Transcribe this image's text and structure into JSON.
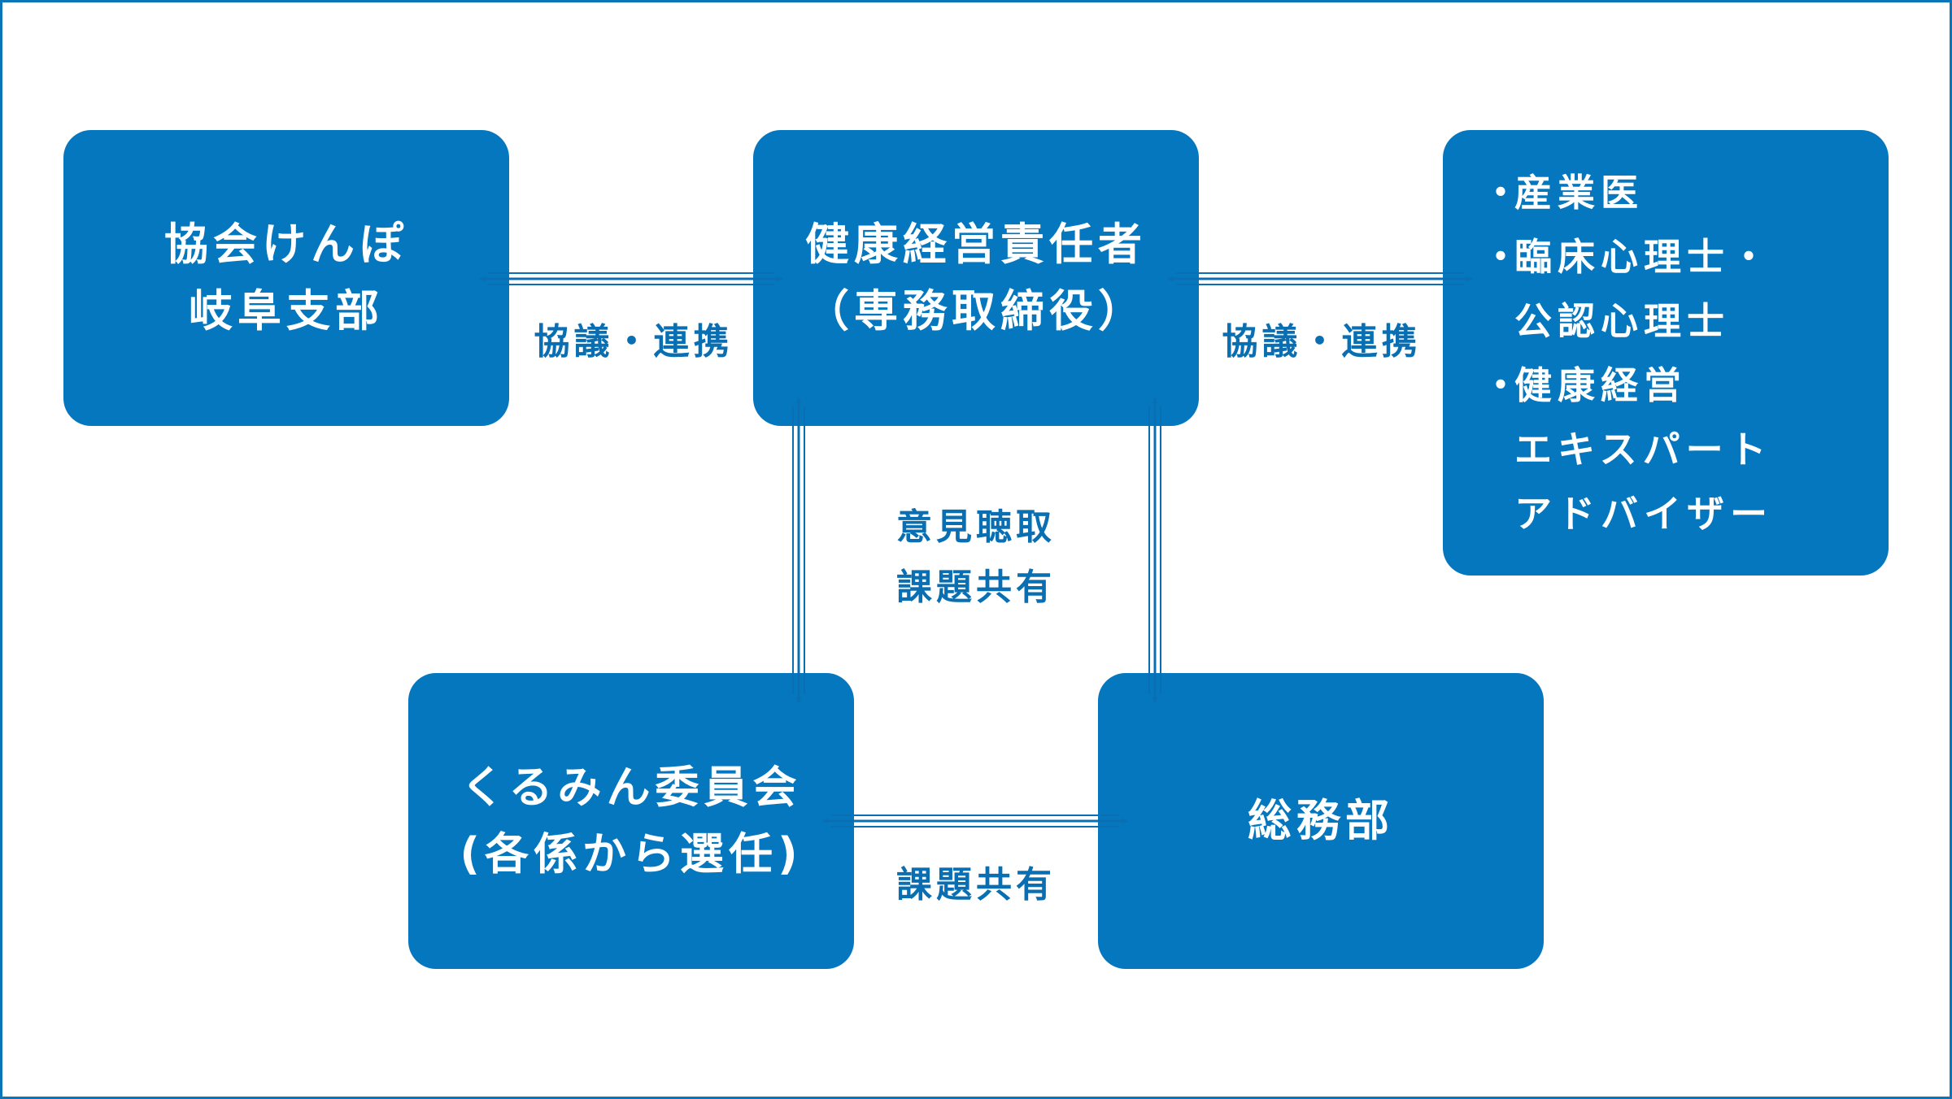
{
  "nodes": {
    "kyokai": {
      "lines": [
        "協会けんぽ",
        "岐阜支部"
      ]
    },
    "exec": {
      "lines": [
        "健康経営責任者",
        "（専務取締役）"
      ]
    },
    "experts": {
      "items": [
        {
          "bullet": "・",
          "text": "産業医"
        },
        {
          "bullet": "・",
          "text": "臨床心理士・"
        },
        {
          "bullet": "",
          "text": "公認心理士"
        },
        {
          "bullet": "・",
          "text": "健康経営"
        },
        {
          "bullet": "",
          "text": "エキスパート"
        },
        {
          "bullet": "",
          "text": "アドバイザー"
        }
      ]
    },
    "kurumin": {
      "lines": [
        "くるみん委員会",
        "(各係から選任)"
      ]
    },
    "somu": {
      "lines": [
        "総務部"
      ]
    }
  },
  "edges": {
    "left_label": "協議・連携",
    "right_label": "協議・連携",
    "center_label_lines": [
      "意見聴取",
      "課題共有"
    ],
    "bottom_label": "課題共有"
  },
  "colors": {
    "box": "#0577bf",
    "border": "#0a75b9",
    "label": "#0a6fb2",
    "arrow": "#0a6fb2"
  }
}
